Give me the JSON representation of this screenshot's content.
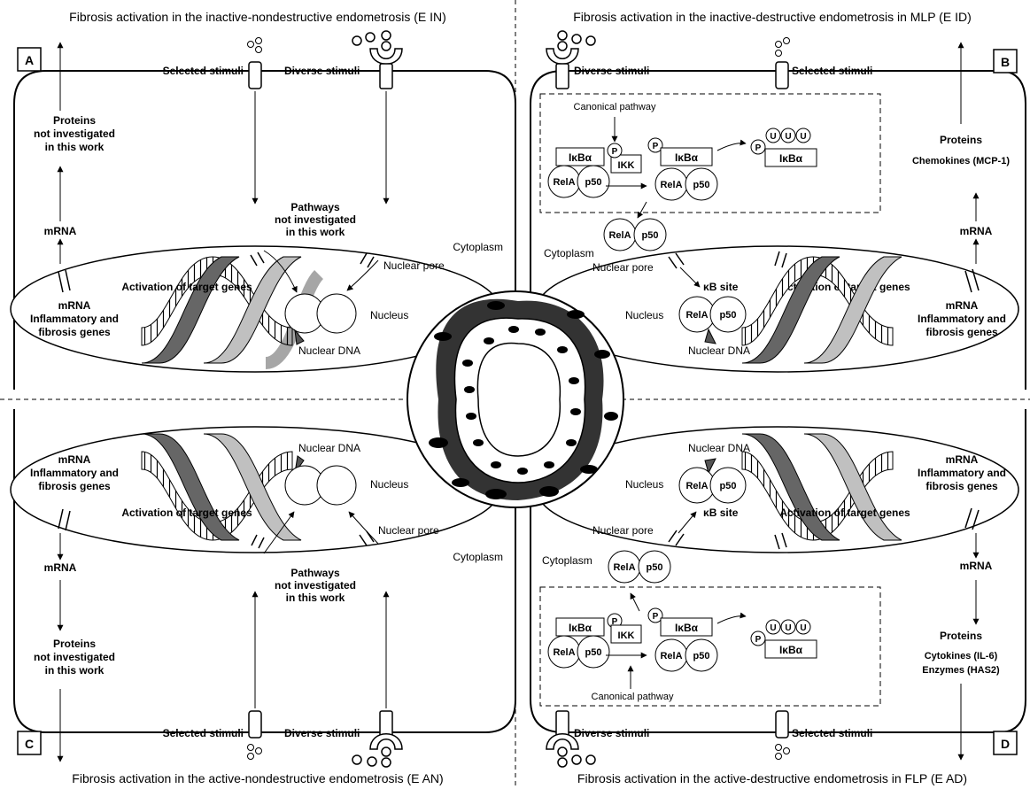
{
  "titles": {
    "A": "Fibrosis activation in the inactive-nondestructive endometrosis (E IN)",
    "B": "Fibrosis activation in the inactive-destructive endometrosis in MLP (E ID)",
    "C": "Fibrosis activation in the active-nondestructive endometrosis (E AN)",
    "D": "Fibrosis activation in the active-destructive endometrosis in FLP (E AD)"
  },
  "panel_letters": {
    "A": "A",
    "B": "B",
    "C": "C",
    "D": "D"
  },
  "labels": {
    "selected_stimuli": "Selected stimuli",
    "diverse_stimuli": "Diverse stimuli",
    "proteins": "Proteins",
    "not_investigated": "not investigated",
    "in_this_work": "in this work",
    "pathways": "Pathways",
    "mrna": "mRNA",
    "inflammatory_and": "Inflammatory and",
    "fibrosis_genes": "fibrosis genes",
    "activation": "Activation of target genes",
    "nuclear_pore": "Nuclear pore",
    "nuclear_dna": "Nuclear DNA",
    "nucleus": "Nucleus",
    "cytoplasm": "Cytoplasm",
    "canonical": "Canonical pathway",
    "kb_site": "κB site",
    "chemokines": "Chemokines (MCP-1)",
    "cytokines": "Cytokines (IL-6)",
    "enzymes": "Enzymes (HAS2)"
  },
  "molecules": {
    "ikba": "IκBα",
    "ikk": "IKK",
    "rela": "RelA",
    "p50": "p50",
    "p": "P",
    "u": "U"
  }
}
